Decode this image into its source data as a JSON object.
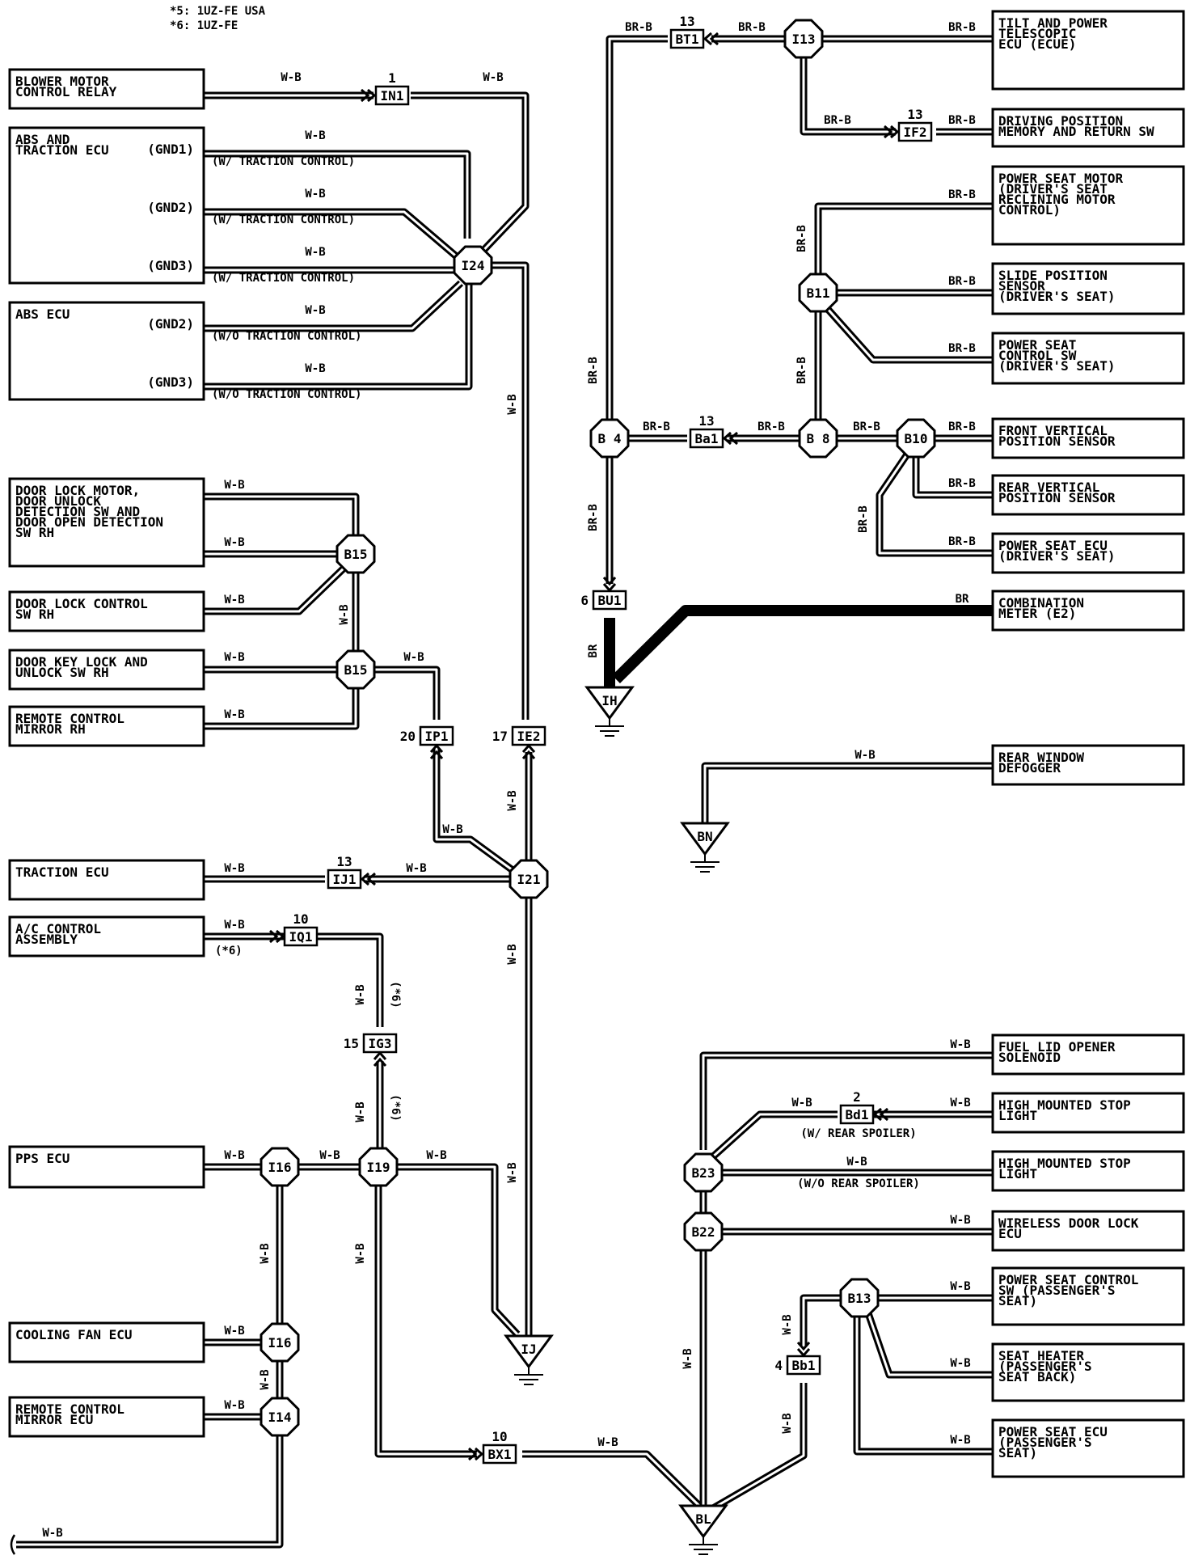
{
  "notes": [
    "*5: 1UZ-FE USA",
    "*6: 1UZ-FE"
  ],
  "components": {
    "blower": [
      "BLOWER MOTOR",
      "CONTROL RELAY"
    ],
    "abs_traction": [
      "ABS AND",
      "TRACTION ECU"
    ],
    "abs_ecu": [
      "ABS ECU"
    ],
    "door_lock_motor": [
      "DOOR LOCK MOTOR,",
      "DOOR UNLOCK",
      "DETECTION SW AND",
      "DOOR OPEN DETECTION",
      "SW RH"
    ],
    "door_lock_ctrl": [
      "DOOR LOCK CONTROL",
      "SW RH"
    ],
    "door_key": [
      "DOOR KEY LOCK AND",
      "UNLOCK SW RH"
    ],
    "remote_mirror_rh": [
      "REMOTE CONTROL",
      "MIRROR RH"
    ],
    "traction_ecu": [
      "TRACTION ECU"
    ],
    "ac_control": [
      "A/C CONTROL",
      "ASSEMBLY"
    ],
    "pps_ecu": [
      "PPS ECU"
    ],
    "cooling_fan": [
      "COOLING FAN ECU"
    ],
    "remote_mirror_ecu": [
      "REMOTE CONTROL",
      "MIRROR ECU"
    ],
    "tilt": [
      "TILT AND POWER",
      "TELESCOPIC",
      "ECU (ECUE)"
    ],
    "driving_pos": [
      "DRIVING POSITION",
      "MEMORY AND RETURN SW"
    ],
    "ps_motor": [
      "POWER SEAT MOTOR",
      "(DRIVER'S SEAT",
      "RECLINING MOTOR",
      "CONTROL)"
    ],
    "slide": [
      "SLIDE POSITION",
      "SENSOR",
      "(DRIVER'S SEAT)"
    ],
    "ps_control": [
      "POWER SEAT",
      "CONTROL SW",
      "(DRIVER'S SEAT)"
    ],
    "front_vert": [
      "FRONT VERTICAL",
      "POSITION SENSOR"
    ],
    "rear_vert": [
      "REAR VERTICAL",
      "POSITION SENSOR"
    ],
    "ps_ecu_drv": [
      "POWER SEAT ECU",
      "(DRIVER'S SEAT)"
    ],
    "combo_meter": [
      "COMBINATION",
      "METER (E2)"
    ],
    "rear_defog": [
      "REAR WINDOW",
      "DEFOGGER"
    ],
    "fuel_lid": [
      "FUEL LID OPENER",
      "SOLENOID"
    ],
    "hmsl1": [
      "HIGH MOUNTED STOP",
      "LIGHT"
    ],
    "hmsl2": [
      "HIGH MOUNTED STOP",
      "LIGHT"
    ],
    "wireless": [
      "WIRELESS DOOR LOCK",
      "ECU"
    ],
    "ps_ctrl_pass": [
      "POWER SEAT CONTROL",
      "SW (PASSENGER'S",
      "SEAT)"
    ],
    "seat_heater": [
      "SEAT HEATER",
      "(PASSENGER'S",
      " SEAT BACK)"
    ],
    "ps_ecu_pass": [
      "POWER SEAT ECU",
      "(PASSENGER'S",
      "SEAT)"
    ]
  },
  "pins": {
    "gnd1": "(GND1)",
    "gnd2": "(GND2)",
    "gnd3": "(GND3)",
    "abs_gnd2": "(GND2)",
    "abs_gnd3": "(GND3)"
  },
  "connectors": {
    "IN1": {
      "label": "IN1",
      "pin": "1"
    },
    "IP1": {
      "label": "IP1",
      "pin": "20"
    },
    "IE2": {
      "label": "IE2",
      "pin": "17"
    },
    "IJ1": {
      "label": "IJ1",
      "pin": "13"
    },
    "IQ1": {
      "label": "IQ1",
      "pin": "10"
    },
    "IG3": {
      "label": "IG3",
      "pin": "15"
    },
    "BX1": {
      "label": "BX1",
      "pin": "10"
    },
    "BT1": {
      "label": "BT1",
      "pin": "13"
    },
    "IF2": {
      "label": "IF2",
      "pin": "13"
    },
    "Ba1": {
      "label": "Ba1",
      "pin": "13"
    },
    "BU1": {
      "label": "BU1",
      "pin": "6"
    },
    "Bd1": {
      "label": "Bd1",
      "pin": "2"
    },
    "Bb1": {
      "label": "Bb1",
      "pin": "4"
    }
  },
  "junctions": {
    "I24": "I24",
    "B15a": "B15",
    "B15b": "B15",
    "I21": "I21",
    "I16a": "I16",
    "I19": "I19",
    "I16b": "I16",
    "I14": "I14",
    "I13": "I13",
    "B11": "B11",
    "B4": "B 4",
    "B8": "B 8",
    "B10": "B10",
    "B23": "B23",
    "B22": "B22",
    "B13": "B13"
  },
  "grounds": {
    "IH": "IH",
    "BN": "BN",
    "IJ": "IJ",
    "BL": "BL"
  },
  "conditions": {
    "wtc": "(W/ TRACTION CONTROL)",
    "wotc": "(W/O TRACTION CONTROL)",
    "star6": "(*6)",
    "wspoiler": "(W/ REAR SPOILER)",
    "wospoiler": "(W/O REAR SPOILER)"
  },
  "wire_colors": {
    "wb": "W-B",
    "brb": "BR-B",
    "br": "BR"
  }
}
